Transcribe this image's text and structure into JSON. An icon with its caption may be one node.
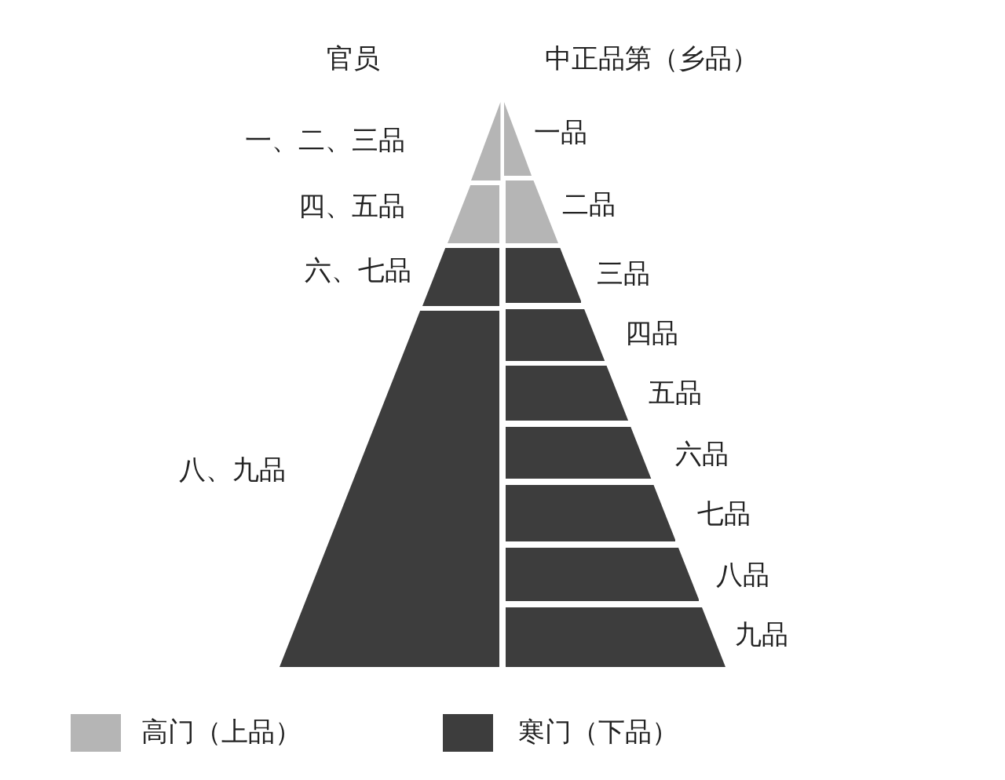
{
  "diagram": {
    "nodes": [
      {
        "text": [],
        "shape": "triangle",
        "beside": [
          "一、二、三品"
        ]
      },
      {
        "text": [],
        "shape": "band",
        "beside": [
          "四、五品"
        ]
      },
      {
        "text": [],
        "shape": "band",
        "beside": [
          "六、七品"
        ]
      },
      {
        "text": [],
        "shape": "band",
        "beside": [
          "八、九品"
        ]
      },
      {
        "text": [],
        "shape": "triangle",
        "beside": [
          "一品"
        ]
      },
      {
        "text": [],
        "shape": "band",
        "beside": [
          "二品"
        ]
      },
      {
        "text": [],
        "shape": "band",
        "beside": [
          "三品"
        ]
      },
      {
        "text": [],
        "shape": "band",
        "beside": [
          "四品"
        ]
      },
      {
        "text": [],
        "shape": "band",
        "beside": [
          "五品"
        ]
      },
      {
        "text": [],
        "shape": "band",
        "beside": [
          "六品"
        ]
      },
      {
        "text": [],
        "shape": "band",
        "beside": [
          "七品"
        ]
      },
      {
        "text": [],
        "shape": "band",
        "beside": [
          "八品"
        ]
      },
      {
        "text": [],
        "shape": "band",
        "beside": [
          "九品"
        ]
      }
    ],
    "labels": [
      "官员",
      "中正品第（乡品）"
    ],
    "legend": [
      {
        "text": "高门（上品）",
        "color": "#b5b5b5"
      },
      {
        "text": "寒门（下品）",
        "color": "#3d3d3d"
      }
    ]
  }
}
